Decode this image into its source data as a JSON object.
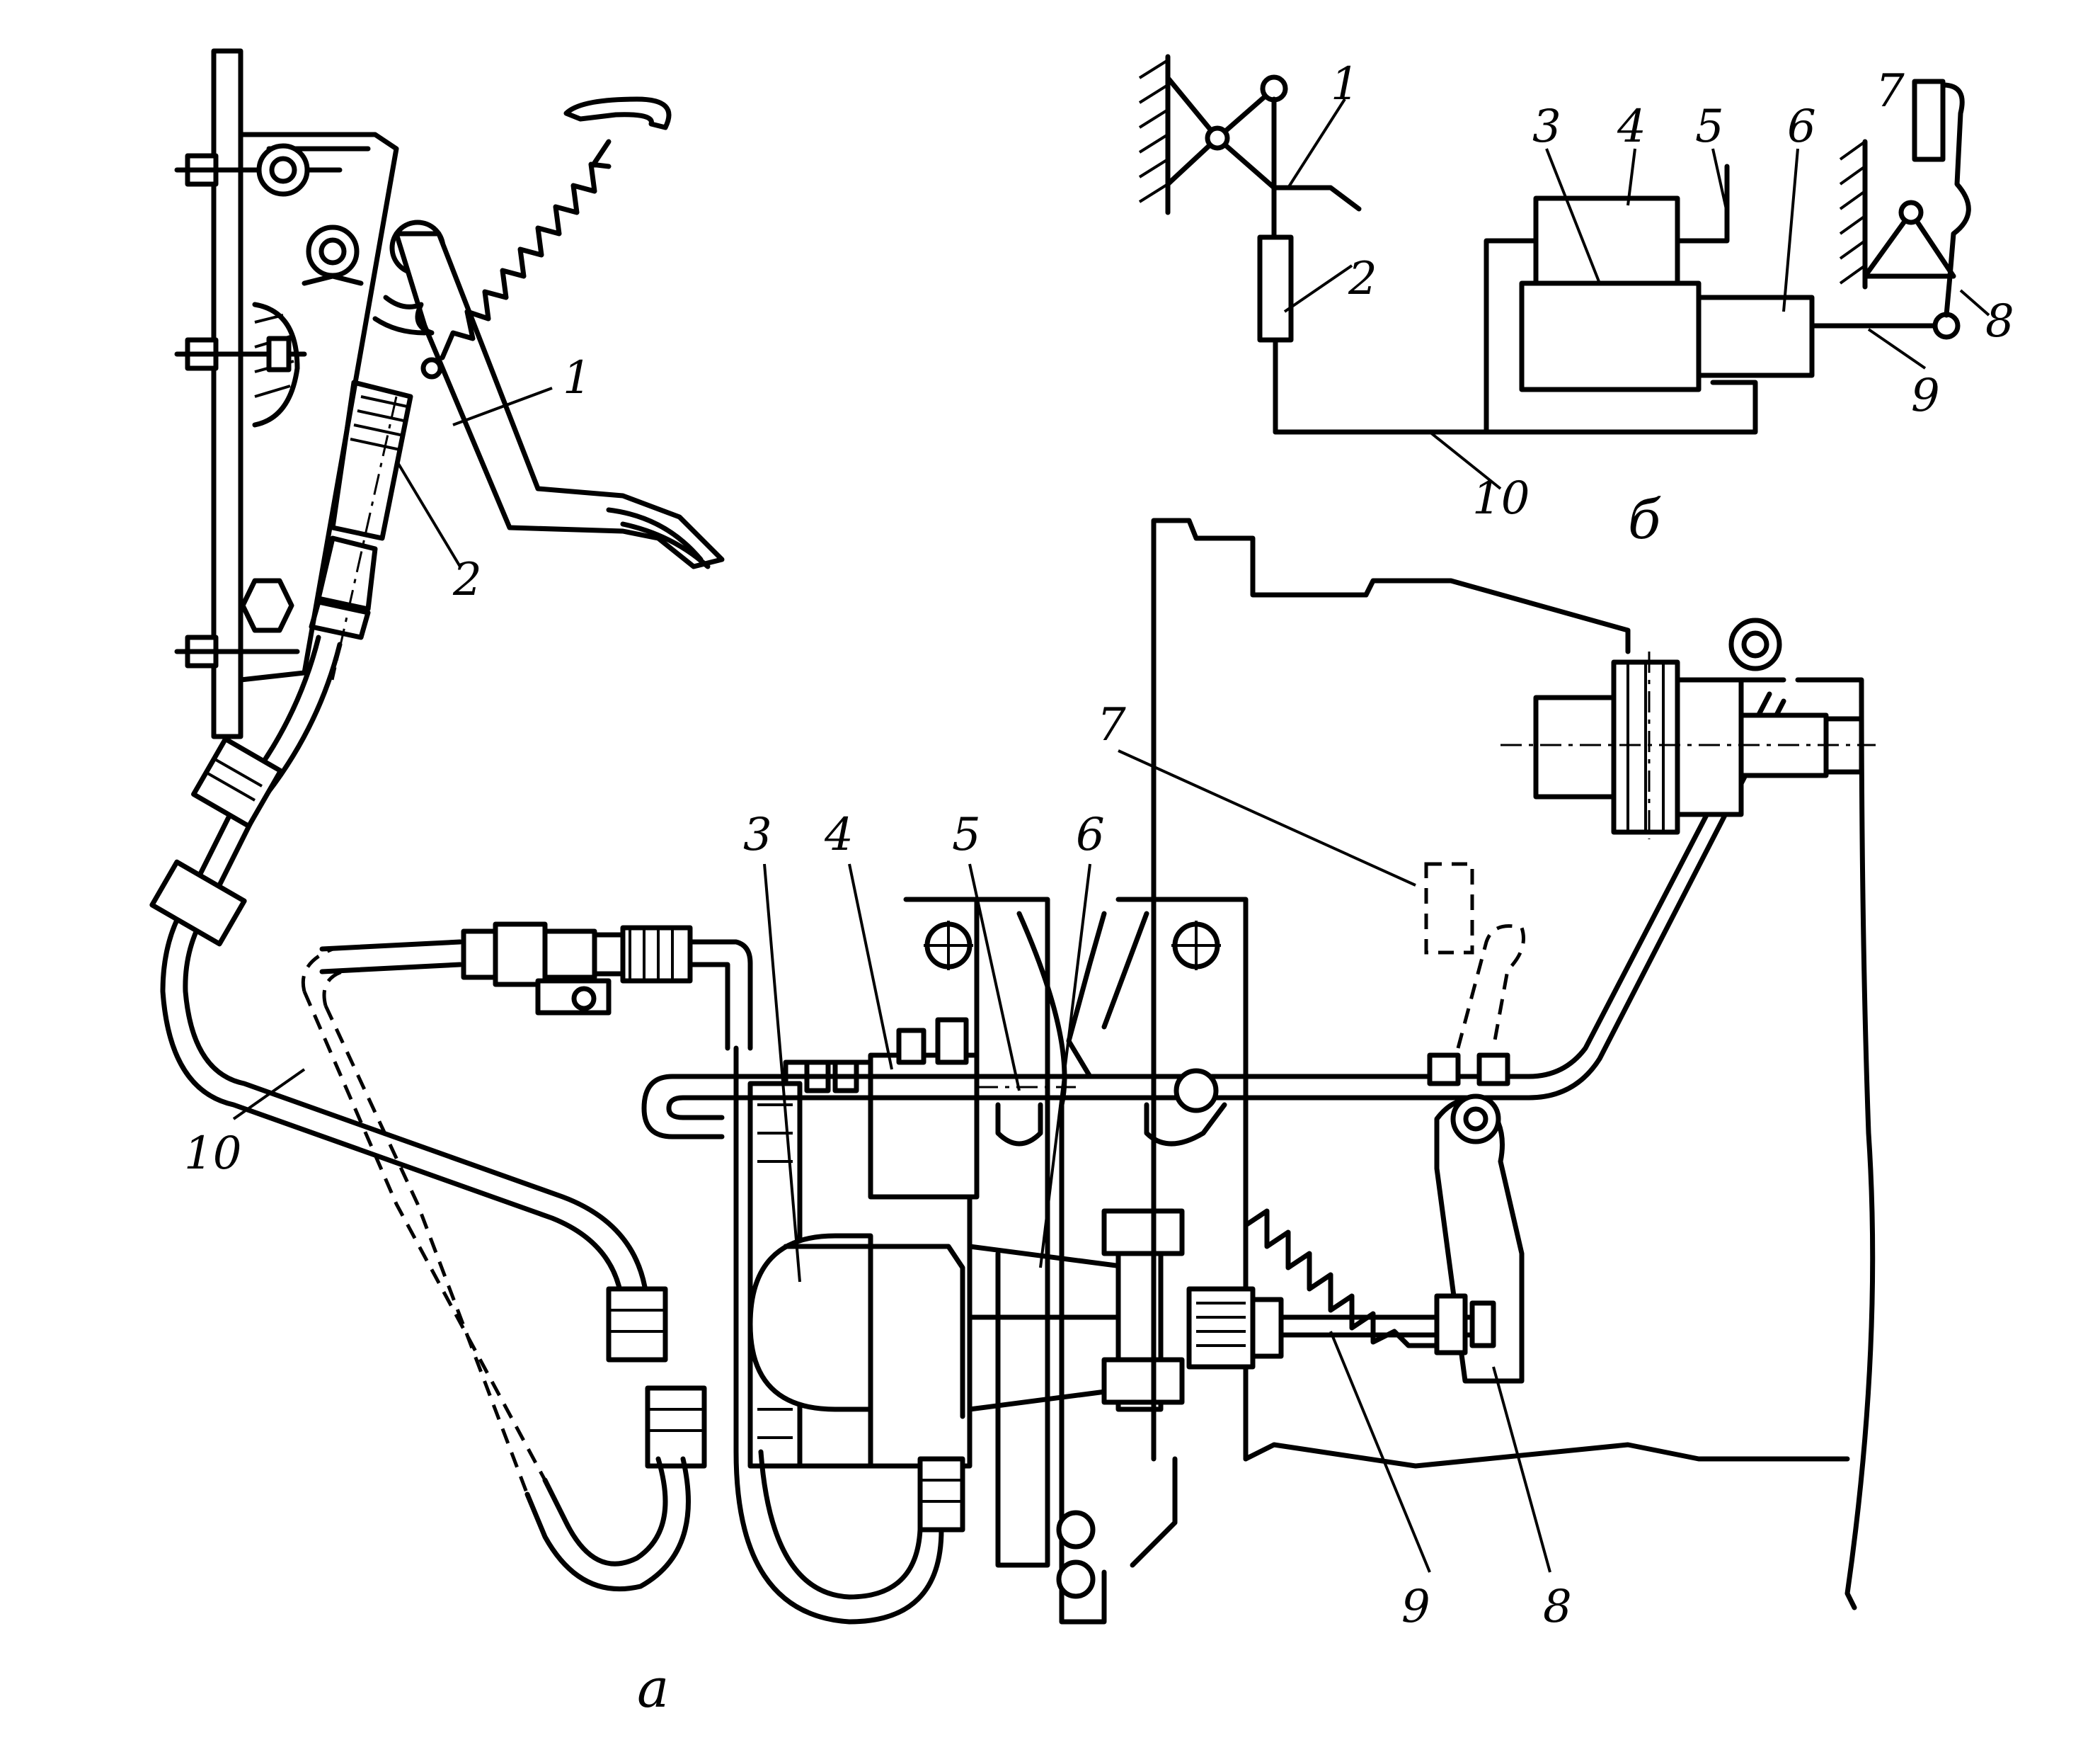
{
  "panel_a": {
    "caption": "а",
    "labels": {
      "l1": "1",
      "l2": "2",
      "l3": "3",
      "l4": "4",
      "l5": "5",
      "l6": "6",
      "l7": "7",
      "l8": "8",
      "l9": "9",
      "l10": "10"
    }
  },
  "panel_b": {
    "caption": "б",
    "labels": {
      "l1": "1",
      "l2": "2",
      "l3": "3",
      "l4": "4",
      "l5": "5",
      "l6": "6",
      "l7": "7",
      "l8": "8",
      "l9": "9",
      "l10": "10"
    }
  }
}
